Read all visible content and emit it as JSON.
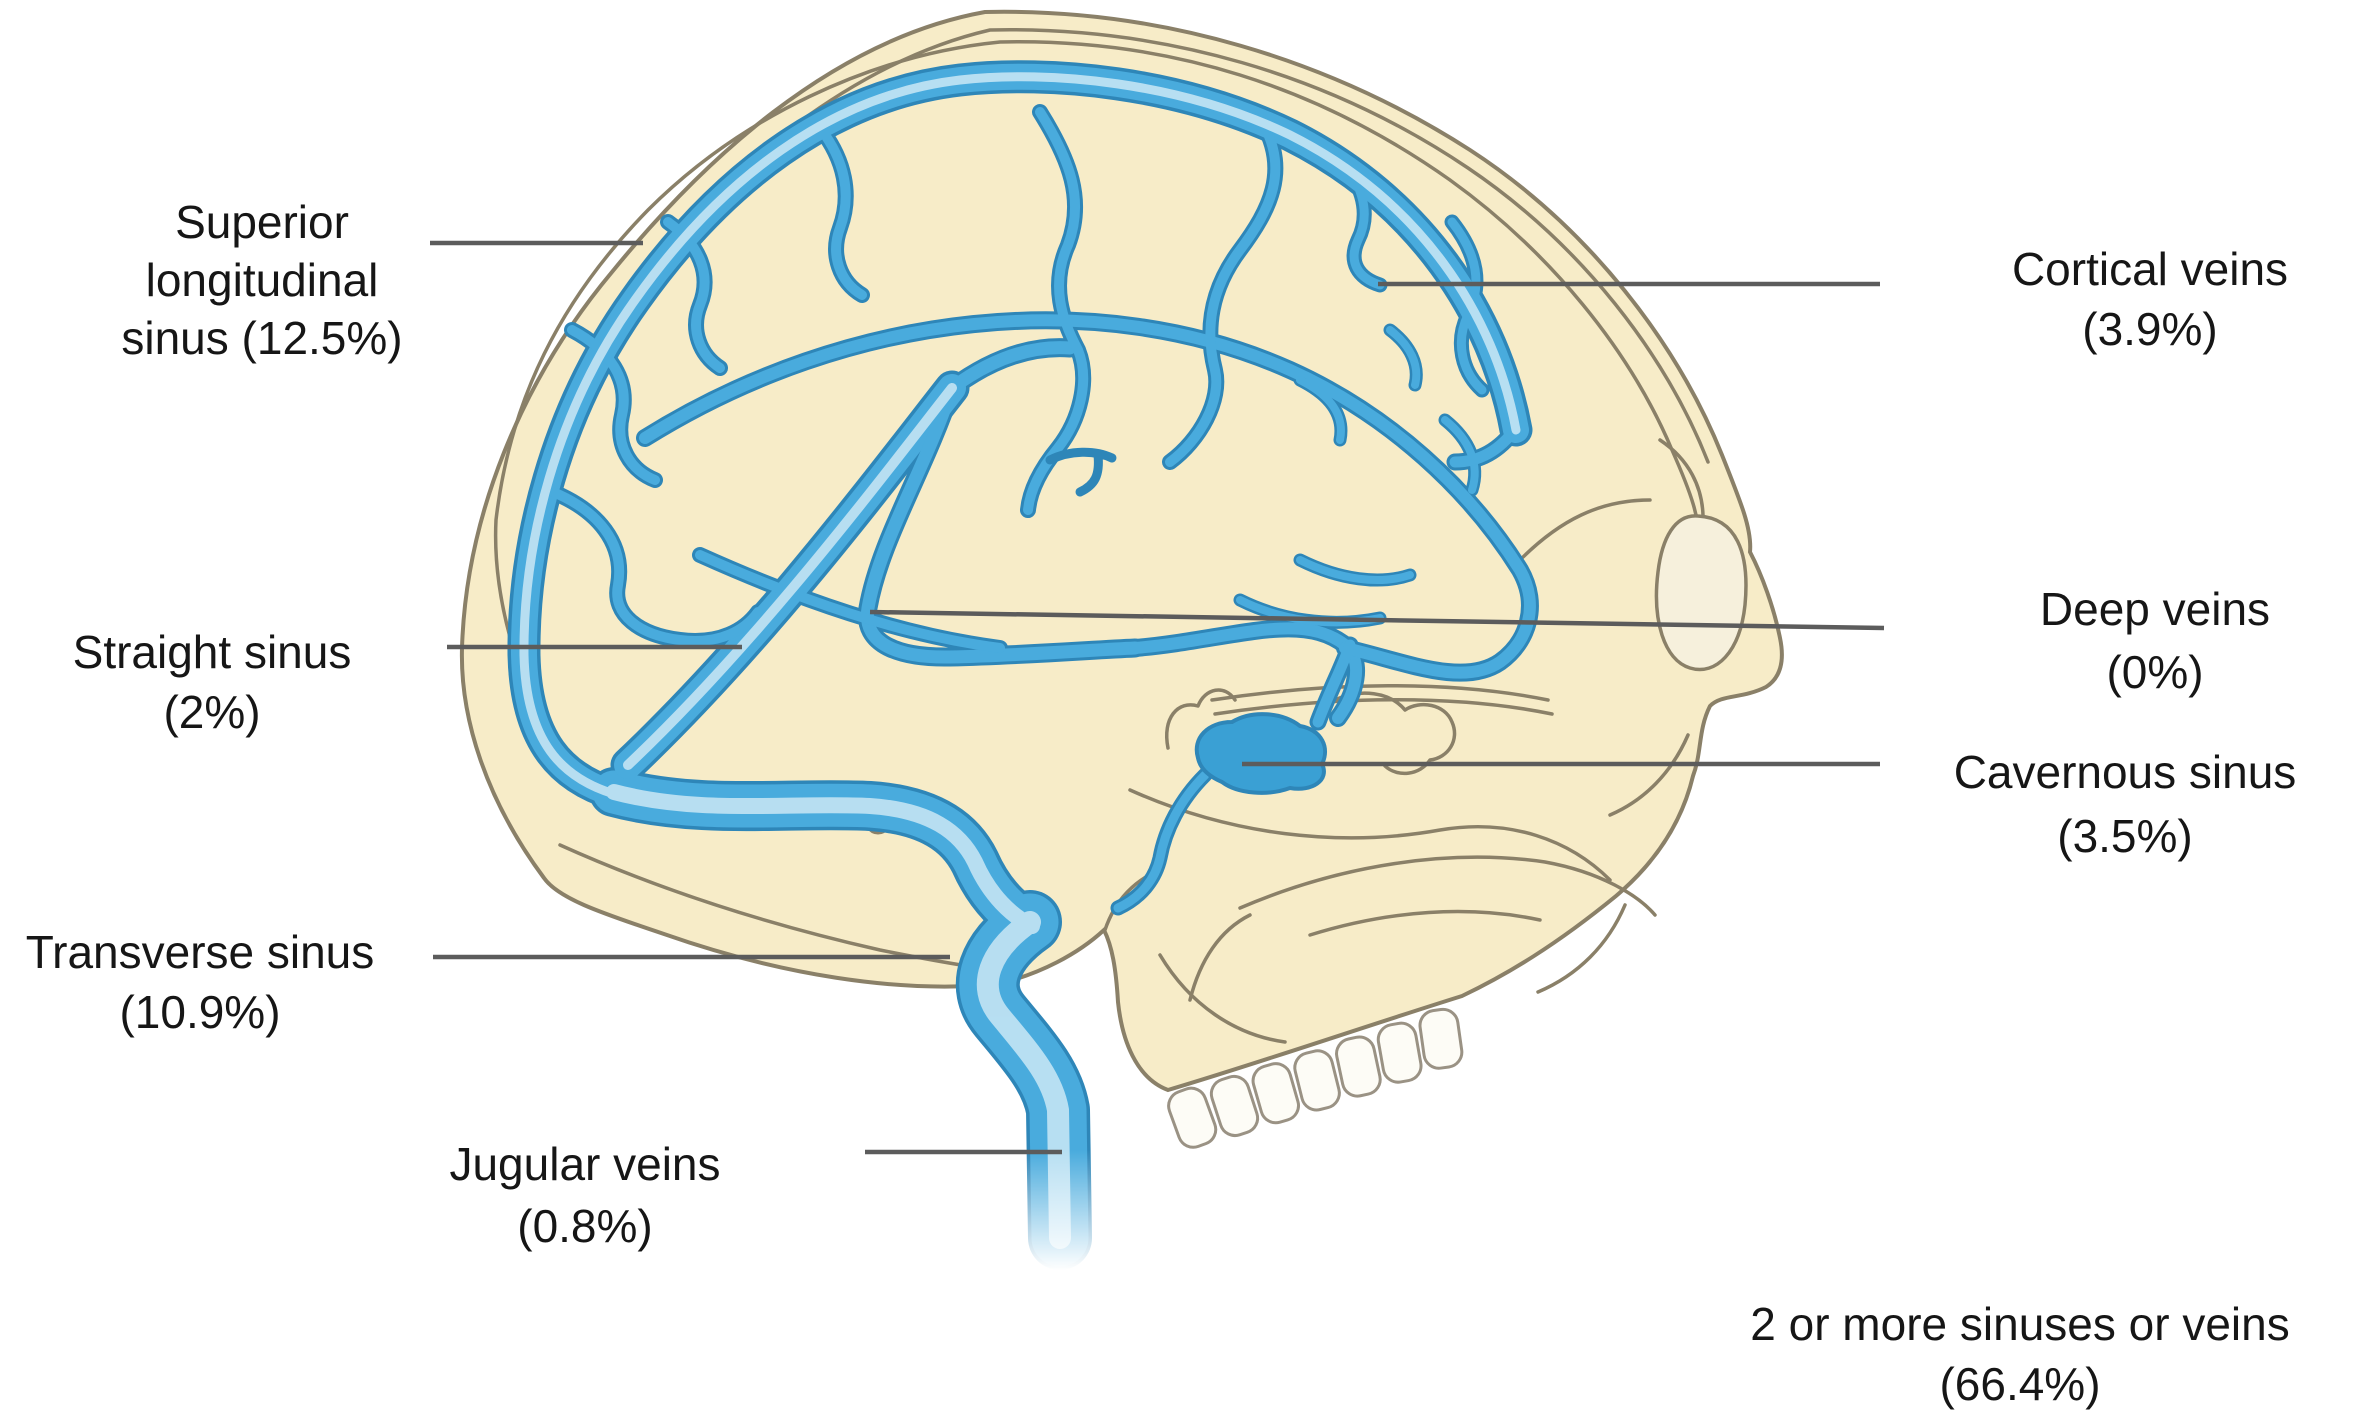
{
  "figure_type": "anatomical-diagram",
  "subject": "Cerebral venous sinuses and veins with thrombosis frequency percentages",
  "colors": {
    "background": "#ffffff",
    "skull_fill": "#f7ecc8",
    "skull_band_fill": "#f9f2da",
    "bone_outline": "#8a8068",
    "vein_blue": "#49abdd",
    "vein_edge_blue": "#2e86b8",
    "vein_highlight": "#c3e4f4",
    "leader_line": "#5c5c5c",
    "label_text": "#161616",
    "tooth_fill": "#fdfcf6"
  },
  "labels": [
    {
      "id": "superior-longitudinal-sinus",
      "structure": "Superior longitudinal sinus",
      "percent": "12.5%",
      "lines": [
        "Superior",
        "longitudinal",
        "sinus (12.5%)"
      ]
    },
    {
      "id": "cortical-veins",
      "structure": "Cortical veins",
      "percent": "3.9%",
      "lines": [
        "Cortical veins",
        "(3.9%)"
      ]
    },
    {
      "id": "straight-sinus",
      "structure": "Straight sinus",
      "percent": "2%",
      "lines": [
        "Straight sinus",
        "(2%)"
      ]
    },
    {
      "id": "deep-veins",
      "structure": "Deep veins",
      "percent": "0%",
      "lines": [
        "Deep veins",
        "(0%)"
      ]
    },
    {
      "id": "cavernous-sinus",
      "structure": "Cavernous sinus",
      "percent": "3.5%",
      "lines": [
        "Cavernous sinus",
        "(3.5%)"
      ]
    },
    {
      "id": "transverse-sinus",
      "structure": "Transverse sinus",
      "percent": "10.9%",
      "lines": [
        "Transverse sinus",
        "(10.9%)"
      ]
    },
    {
      "id": "jugular-veins",
      "structure": "Jugular veins",
      "percent": "0.8%",
      "lines": [
        "Jugular veins",
        "(0.8%)"
      ]
    },
    {
      "id": "two-or-more",
      "structure": "2 or more sinuses or veins",
      "percent": "66.4%",
      "lines": [
        "2 or more sinuses or veins",
        "(66.4%)"
      ]
    }
  ]
}
